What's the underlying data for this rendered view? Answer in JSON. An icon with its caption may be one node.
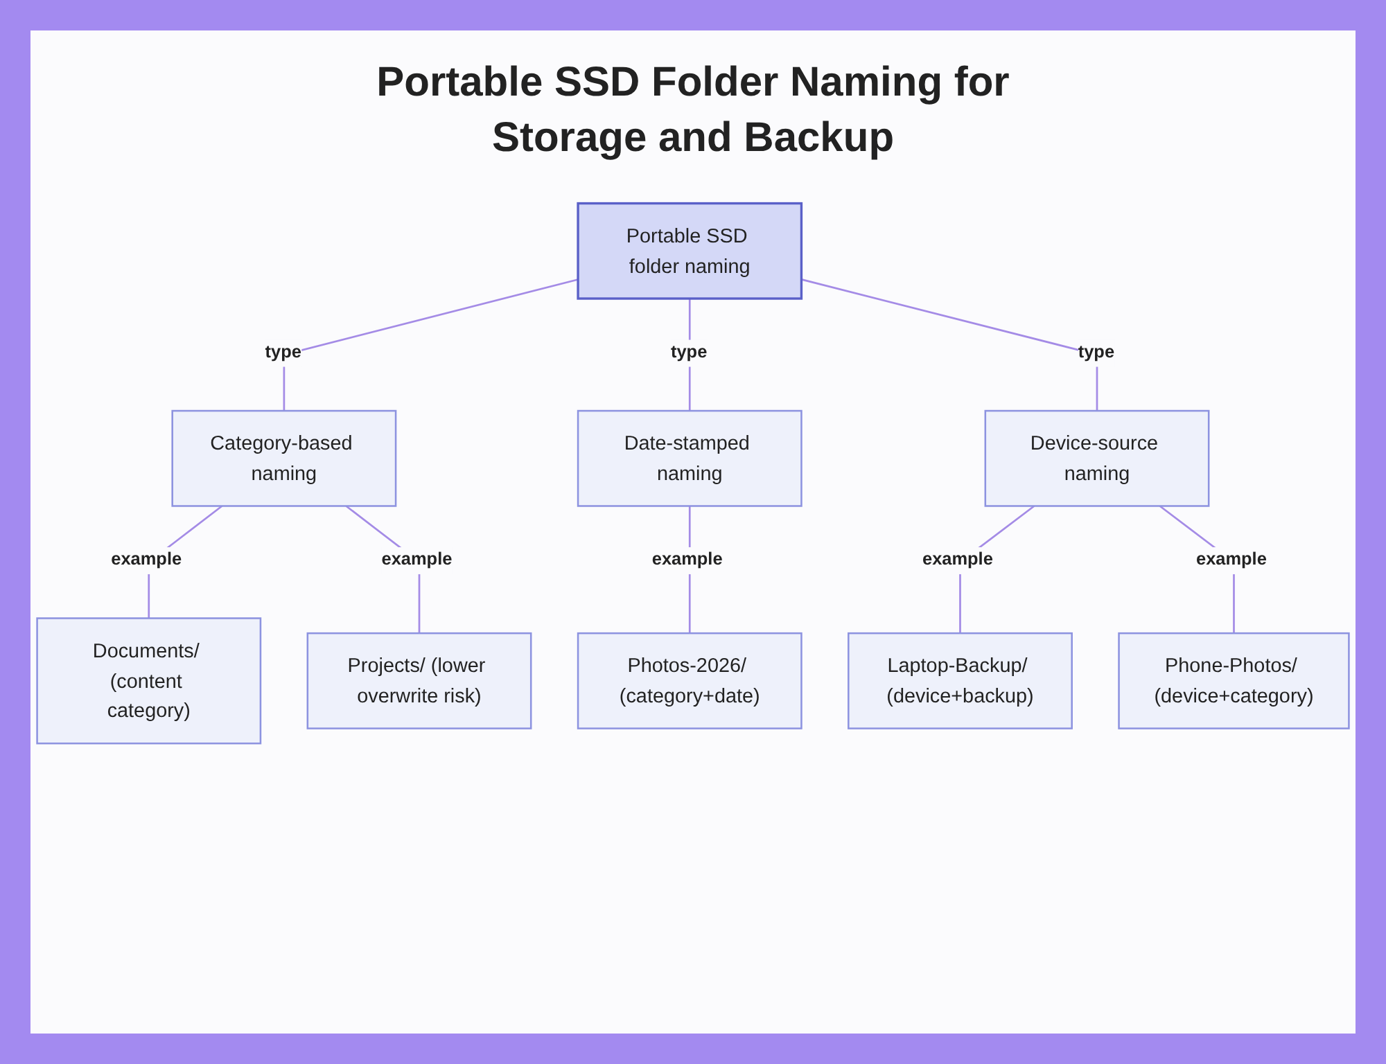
{
  "diagram": {
    "title": "Portable SSD Folder Naming for Storage and Backup",
    "nodes": [
      {
        "text": [
          "Portable SSD folder naming"
        ]
      },
      {
        "text": [
          "Category-based naming"
        ]
      },
      {
        "text": [
          "Date-stamped naming"
        ]
      },
      {
        "text": [
          "Device-source naming"
        ]
      },
      {
        "text": [
          "Documents/ (content category)"
        ]
      },
      {
        "text": [
          "Projects/ (lower overwrite risk)"
        ]
      },
      {
        "text": [
          "Photos-2026/ (category+date)"
        ]
      },
      {
        "text": [
          "Laptop-Backup/ (device+backup)"
        ]
      },
      {
        "text": [
          "Phone-Photos/ (device+category)"
        ]
      }
    ],
    "edges": [
      {
        "from": 0,
        "to": 1,
        "arrow": "none",
        "label": "type"
      },
      {
        "from": 0,
        "to": 2,
        "arrow": "none",
        "label": "type"
      },
      {
        "from": 0,
        "to": 3,
        "arrow": "none",
        "label": "type"
      },
      {
        "from": 1,
        "to": 4,
        "arrow": "none",
        "label": "example"
      },
      {
        "from": 1,
        "to": 5,
        "arrow": "none",
        "label": "example"
      },
      {
        "from": 2,
        "to": 6,
        "arrow": "none",
        "label": "example"
      },
      {
        "from": 3,
        "to": 7,
        "arrow": "none",
        "label": "example"
      },
      {
        "from": 3,
        "to": 8,
        "arrow": "none",
        "label": "example"
      }
    ]
  }
}
